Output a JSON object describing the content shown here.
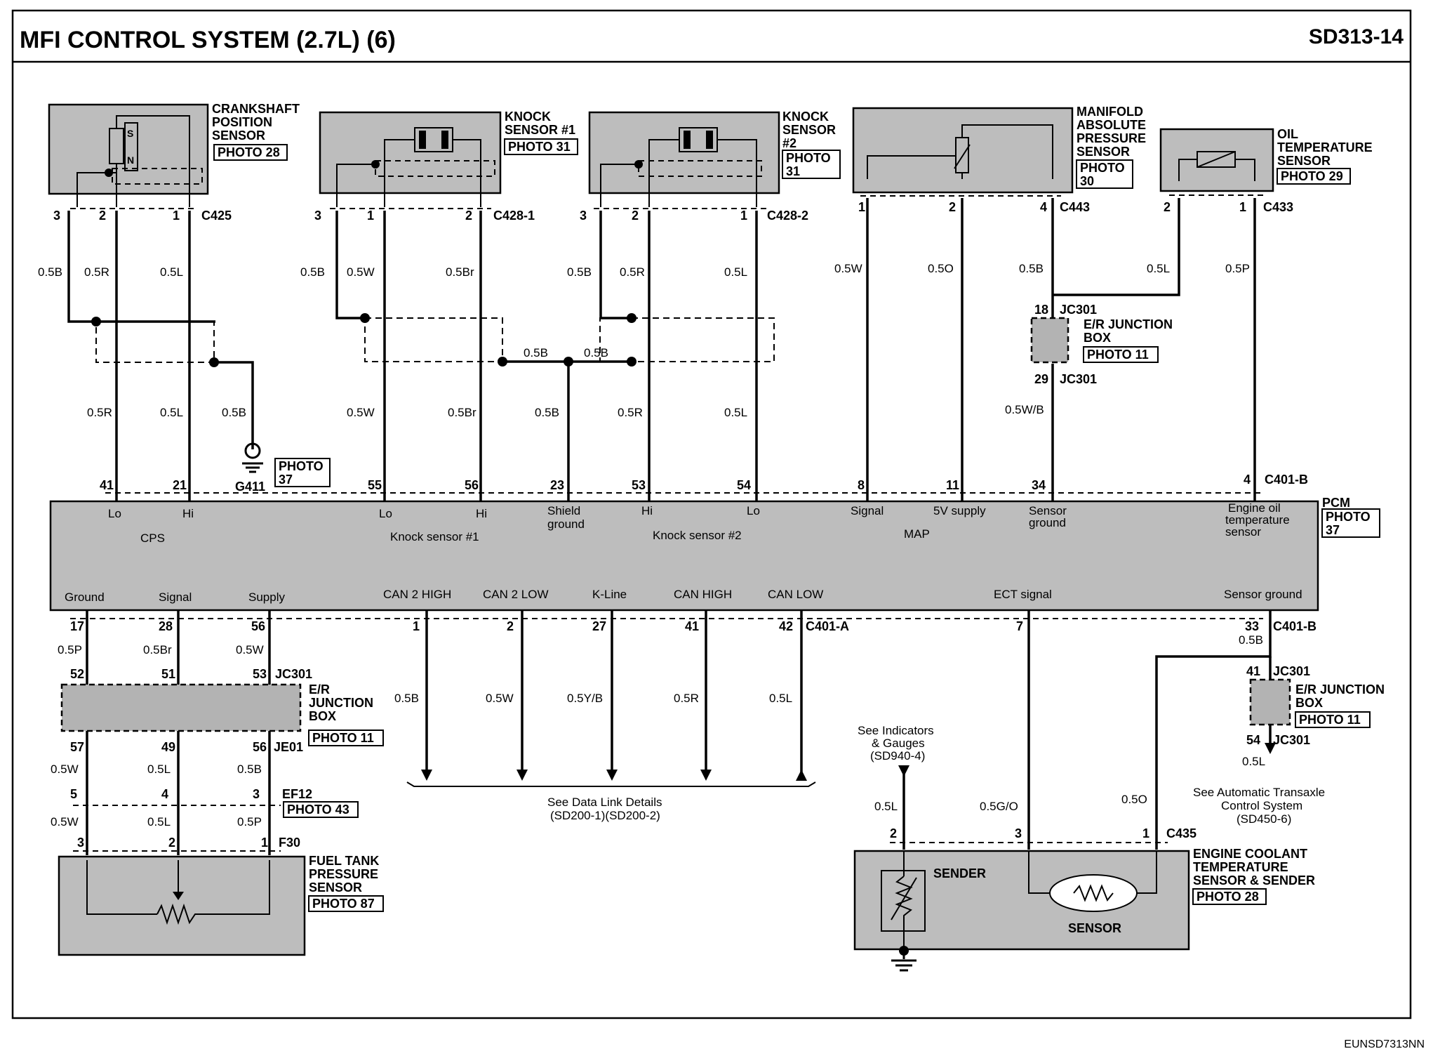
{
  "header": {
    "title": "MFI CONTROL SYSTEM (2.7L) (6)",
    "page_code": "SD313-14"
  },
  "footer": {
    "code": "EUNSD7313NN"
  },
  "components": {
    "crankshaft": {
      "l1": "CRANKSHAFT",
      "l2": "POSITION",
      "l3": "SENSOR",
      "photo": "PHOTO 28",
      "sym1": "S",
      "sym2": "N",
      "connector": "C425",
      "pins": [
        "3",
        "2",
        "1"
      ],
      "wires": [
        "0.5B",
        "0.5R",
        "0.5L"
      ]
    },
    "knock1": {
      "l1": "KNOCK",
      "l2": "SENSOR #1",
      "photo": "PHOTO 31",
      "connector": "C428-1",
      "pins": [
        "3",
        "1",
        "2"
      ],
      "wires": [
        "0.5B",
        "0.5W",
        "0.5Br"
      ]
    },
    "knock2": {
      "l1": "KNOCK",
      "l2": "SENSOR",
      "l3": "#2",
      "photo1": "PHOTO",
      "photo2": "31",
      "connector": "C428-2",
      "pins": [
        "3",
        "2",
        "1"
      ],
      "wires": [
        "0.5B",
        "0.5R",
        "0.5L"
      ]
    },
    "map": {
      "l1": "MANIFOLD",
      "l2": "ABSOLUTE",
      "l3": "PRESSURE",
      "l4": "SENSOR",
      "photo1": "PHOTO",
      "photo2": "30",
      "connector": "C443",
      "pins": [
        "1",
        "2",
        "4"
      ],
      "wires": [
        "0.5W",
        "0.5O",
        "0.5B"
      ]
    },
    "oiltemp": {
      "l1": "OIL",
      "l2": "TEMPERATURE",
      "l3": "SENSOR",
      "photo": "PHOTO 29",
      "connector": "C433",
      "pins": [
        "2",
        "1"
      ],
      "wires": [
        "0.5L",
        "0.5P"
      ]
    },
    "fueltank": {
      "l1": "FUEL TANK",
      "l2": "PRESSURE",
      "l3": "SENSOR",
      "photo": "PHOTO 87",
      "connector": "F30",
      "pins": [
        "3",
        "2",
        "1"
      ],
      "wires": [
        "0.5W",
        "0.5L",
        "0.5P"
      ]
    },
    "ect": {
      "l1": "ENGINE COOLANT",
      "l2": "TEMPERATURE",
      "l3": "SENSOR & SENDER",
      "photo": "PHOTO 28",
      "sender": "SENDER",
      "sensor": "SENSOR",
      "connector": "C435",
      "pins": [
        "2",
        "3",
        "1"
      ],
      "wires": [
        "0.5L",
        "0.5G/O",
        "0.5O"
      ]
    }
  },
  "junction_upper": {
    "pin_top": "18",
    "conn_top": "JC301",
    "l1": "E/R JUNCTION",
    "l2": "BOX",
    "photo": "PHOTO 11",
    "pin_bottom": "29",
    "conn_bottom": "JC301",
    "wire_out": "0.5W/B"
  },
  "junction_lower_left": {
    "conn_top": "JC301",
    "pins_top": [
      "52",
      "51",
      "53"
    ],
    "l1": "E/R",
    "l2": "JUNCTION",
    "l3": "BOX",
    "photo": "PHOTO 11",
    "pins_bottom": [
      "57",
      "49",
      "56"
    ],
    "conn_bottom": "JE01",
    "wires_mid": [
      "0.5W",
      "0.5L",
      "0.5B"
    ],
    "ef12_pins": [
      "5",
      "4",
      "3"
    ],
    "ef12_conn": "EF12",
    "ef12_photo": "PHOTO 43"
  },
  "junction_lower_right": {
    "wire_in": "0.5B",
    "pin_top": "41",
    "conn_top": "JC301",
    "l1": "E/R JUNCTION",
    "l2": "BOX",
    "photo": "PHOTO 11",
    "pin_bottom": "54",
    "conn_bottom": "JC301",
    "wire_out": "0.5L"
  },
  "ground": {
    "name": "G411",
    "photo1": "PHOTO",
    "photo2": "37",
    "wire": "0.5B"
  },
  "shield_wires": {
    "left": "0.5B",
    "right": "0.5B",
    "down": "0.5B"
  },
  "pcm": {
    "name": "PCM",
    "photo1": "PHOTO",
    "photo2": "37",
    "connector_top": "C401-B",
    "connector_bottom_a": "C401-A",
    "connector_bottom_b": "C401-B",
    "top_pins": [
      "41",
      "21",
      "55",
      "56",
      "23",
      "53",
      "54",
      "8",
      "11",
      "34",
      "4"
    ],
    "top_wires": [
      "0.5R",
      "0.5L",
      "0.5W",
      "0.5Br",
      "0.5B",
      "0.5R",
      "0.5L"
    ],
    "top_labels": {
      "lo": "Lo",
      "hi": "Hi",
      "cps": "CPS",
      "lo1": "Lo",
      "hi1": "Hi",
      "knock1": "Knock sensor #1",
      "shield1": "Shield",
      "shield2": "ground",
      "hi2": "Hi",
      "lo2": "Lo",
      "knock2": "Knock sensor #2",
      "signal": "Signal",
      "supply5v": "5V supply",
      "map": "MAP",
      "sg1": "Sensor",
      "sg2": "ground",
      "eot1": "Engine oil",
      "eot2": "temperature",
      "eot3": "sensor"
    },
    "bottom_labels": {
      "ground": "Ground",
      "signal": "Signal",
      "supply": "Supply",
      "can2h": "CAN 2 HIGH",
      "can2l": "CAN 2 LOW",
      "kline": "K-Line",
      "canh": "CAN HIGH",
      "canl": "CAN LOW",
      "ect": "ECT signal",
      "sensor_ground": "Sensor ground"
    },
    "bottom_pins": [
      "17",
      "28",
      "56",
      "1",
      "2",
      "27",
      "41",
      "42",
      "7",
      "33"
    ],
    "bottom_wires": [
      "0.5P",
      "0.5Br",
      "0.5W"
    ]
  },
  "data_link": {
    "wires": [
      "0.5B",
      "0.5W",
      "0.5Y/B",
      "0.5R",
      "0.5L"
    ],
    "note1": "See Data Link Details",
    "note2": "(SD200-1)(SD200-2)"
  },
  "notes": {
    "indicators1": "See Indicators",
    "indicators2": "& Gauges",
    "indicators3": "(SD940-4)",
    "transaxle1": "See Automatic Transaxle",
    "transaxle2": "Control System",
    "transaxle3": "(SD450-6)"
  },
  "colors": {
    "component_fill": "#bdbdbd",
    "line": "#000000",
    "background": "#ffffff"
  }
}
